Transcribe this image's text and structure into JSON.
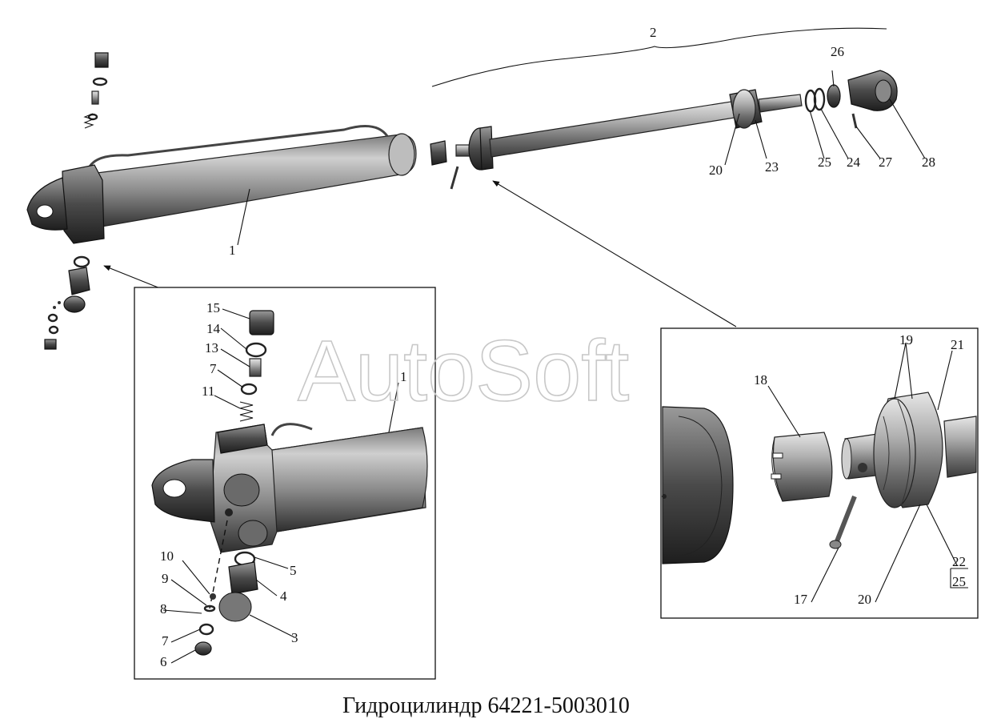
{
  "caption": "Гидроцилиндр 64221-5003010",
  "watermark": "AutoSoft",
  "labels": {
    "main_1": "1",
    "main_2": "2",
    "main_20": "20",
    "main_23": "23",
    "main_25": "25",
    "main_24": "24",
    "main_26": "26",
    "main_27": "27",
    "main_28": "28",
    "left_15": "15",
    "left_14": "14",
    "left_13": "13",
    "left_7a": "7",
    "left_11": "11",
    "left_1": "1",
    "left_5": "5",
    "left_4": "4",
    "left_3": "3",
    "left_10": "10",
    "left_9": "9",
    "left_8": "8",
    "left_7b": "7",
    "left_6": "6",
    "right_19": "19",
    "right_21": "21",
    "right_18": "18",
    "right_17": "17",
    "right_20": "20",
    "right_22": "22",
    "right_25": "25"
  },
  "colors": {
    "metal_light": "#d9d9d9",
    "metal_mid": "#8f8f8f",
    "metal_dark": "#3a3a3a",
    "ink": "#111111"
  }
}
